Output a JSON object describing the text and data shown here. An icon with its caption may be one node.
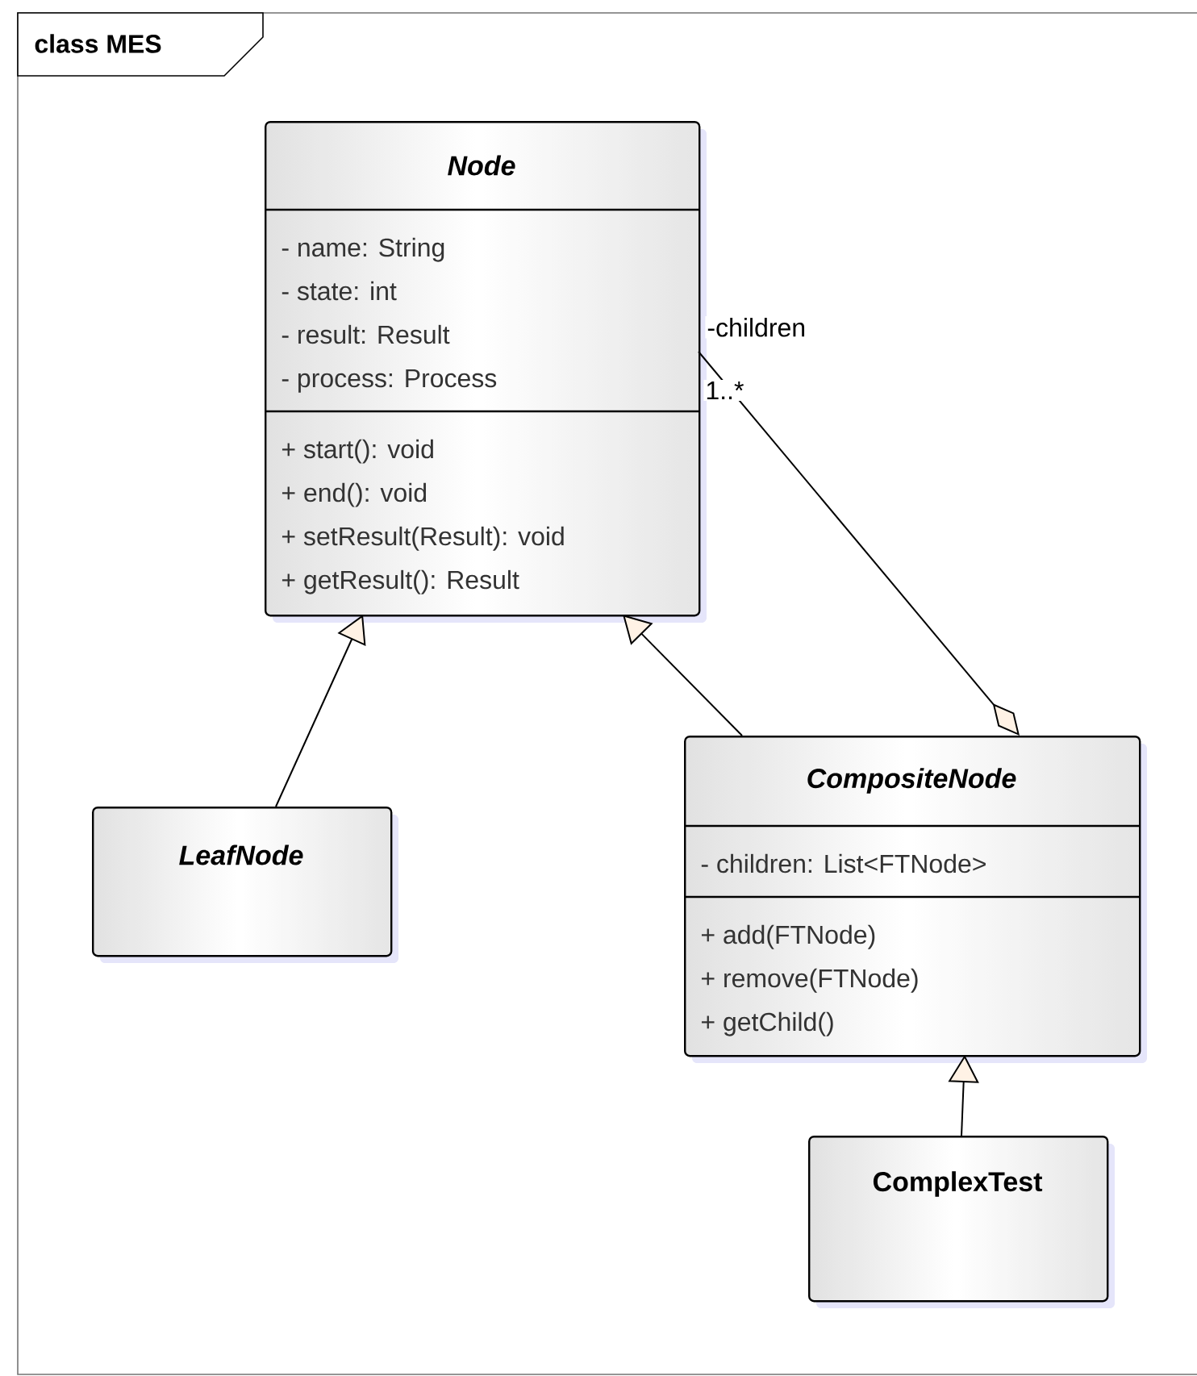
{
  "diagram": {
    "title": "class MES",
    "nodes": [
      {
        "text": [
          "Node",
          "- name: String",
          "- state: int",
          "- result: Result",
          "- process: Process",
          "+ start(): void",
          "+ end(): void",
          "+ setResult(Result): void",
          "+ getResult(): Result"
        ]
      },
      {
        "text": [
          "LeafNode"
        ]
      },
      {
        "text": [
          "CompositeNode",
          "- children: List<FTNode>",
          "+ add(FTNode)",
          "+ remove(FTNode)",
          "+ getChild()"
        ]
      },
      {
        "text": [
          "ComplexTest"
        ]
      }
    ],
    "edges": [
      {
        "from": 1,
        "to": 0,
        "arrow": "to"
      },
      {
        "from": 2,
        "to": 0,
        "arrow": "to"
      },
      {
        "from": 0,
        "to": 2,
        "arrow": "other",
        "label": "-children"
      },
      {
        "from": 3,
        "to": 2,
        "arrow": "to"
      }
    ],
    "labels": [
      "1..*"
    ]
  }
}
